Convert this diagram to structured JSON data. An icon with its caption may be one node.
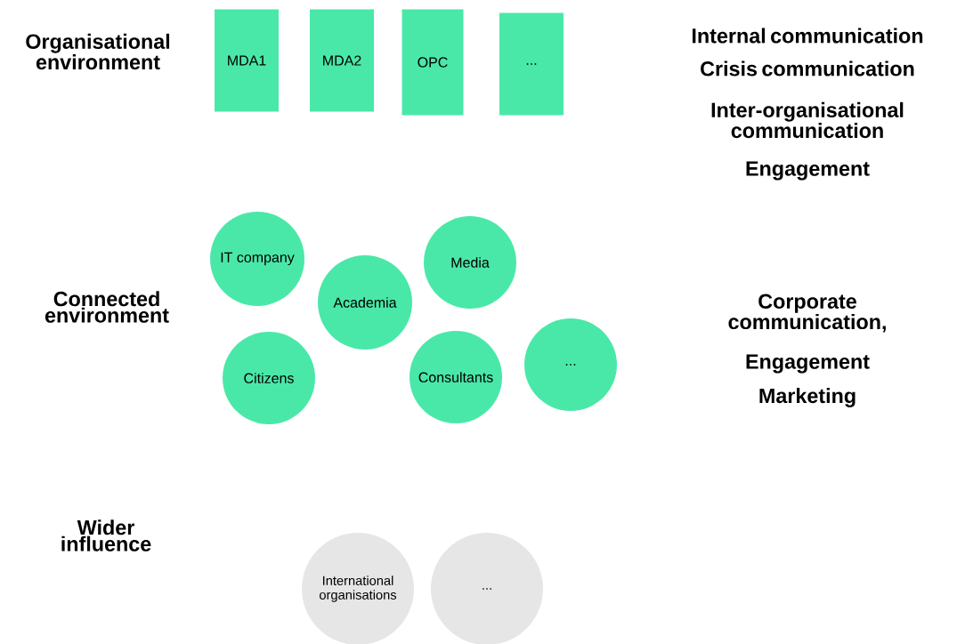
{
  "diagram": {
    "nodes": [
      {
        "text": [
          "MDA1"
        ]
      },
      {
        "text": [
          "MDA2"
        ]
      },
      {
        "text": [
          "OPC"
        ]
      },
      {
        "text": [
          "..."
        ]
      },
      {
        "text": [
          "IT company"
        ]
      },
      {
        "text": [
          "Academia"
        ]
      },
      {
        "text": [
          "Media"
        ]
      },
      {
        "text": [
          "Citizens"
        ]
      },
      {
        "text": [
          "Consultants"
        ]
      },
      {
        "text": [
          "..."
        ]
      },
      {
        "text": [
          "International organisations"
        ]
      },
      {
        "text": [
          "..."
        ]
      }
    ],
    "labels": [
      "Organisational environment",
      "Internal communication",
      "Crisis communication",
      "Inter-organisational communication",
      "Engagement",
      "Connected environment",
      "Corporate communication,",
      "Engagement",
      "Marketing",
      "Wider influence"
    ]
  }
}
